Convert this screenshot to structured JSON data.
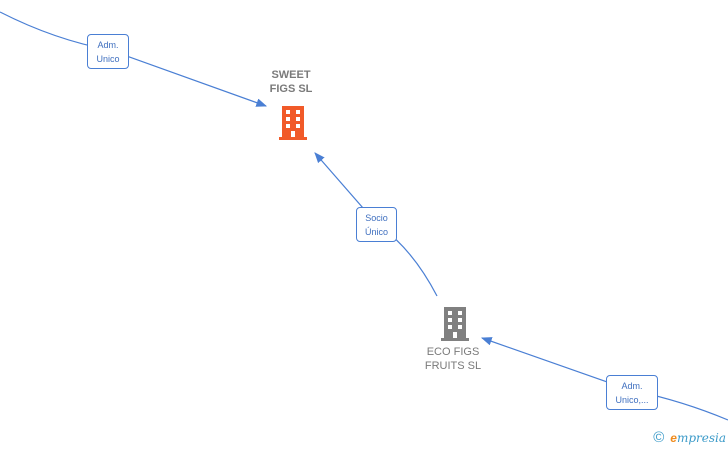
{
  "nodes": {
    "sweet": {
      "label": "SWEET\nFIGS  SL",
      "color": "#f15a29",
      "icon": "building-icon"
    },
    "eco": {
      "label": "ECO FIGS\nFRUITS  SL",
      "color": "#808080",
      "icon": "building-icon"
    }
  },
  "edges": {
    "adm_top": {
      "label": "Adm.\nUnico",
      "color": "#4a7fd4"
    },
    "socio": {
      "label": "Socio\nÚnico",
      "color": "#4a7fd4"
    },
    "adm_bottom": {
      "label": "Adm.\nUnico,...",
      "color": "#4a7fd4"
    }
  },
  "footer": {
    "copyright_symbol": "©",
    "brand_initial": "e",
    "brand_rest": "mpresia"
  }
}
